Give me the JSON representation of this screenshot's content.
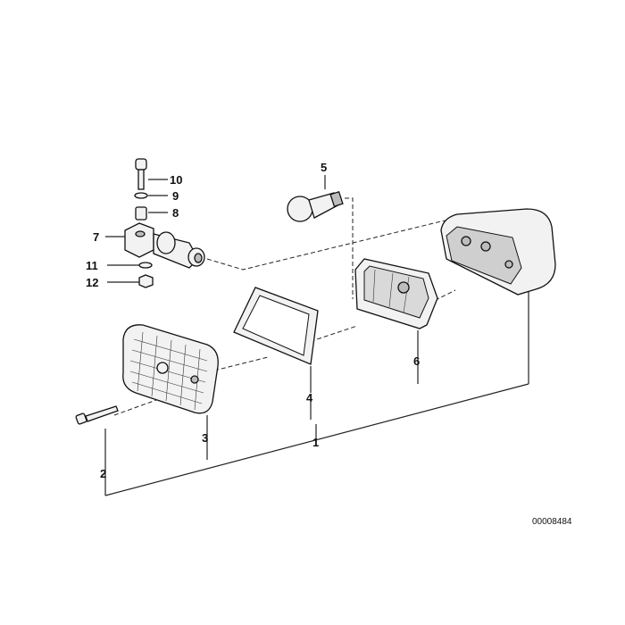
{
  "callouts": {
    "c1": "1",
    "c2": "2",
    "c3": "3",
    "c4": "4",
    "c5": "5",
    "c6": "6",
    "c7": "7",
    "c8": "8",
    "c9": "9",
    "c10": "10",
    "c11": "11",
    "c12": "12"
  },
  "drawing_id": "00008484"
}
